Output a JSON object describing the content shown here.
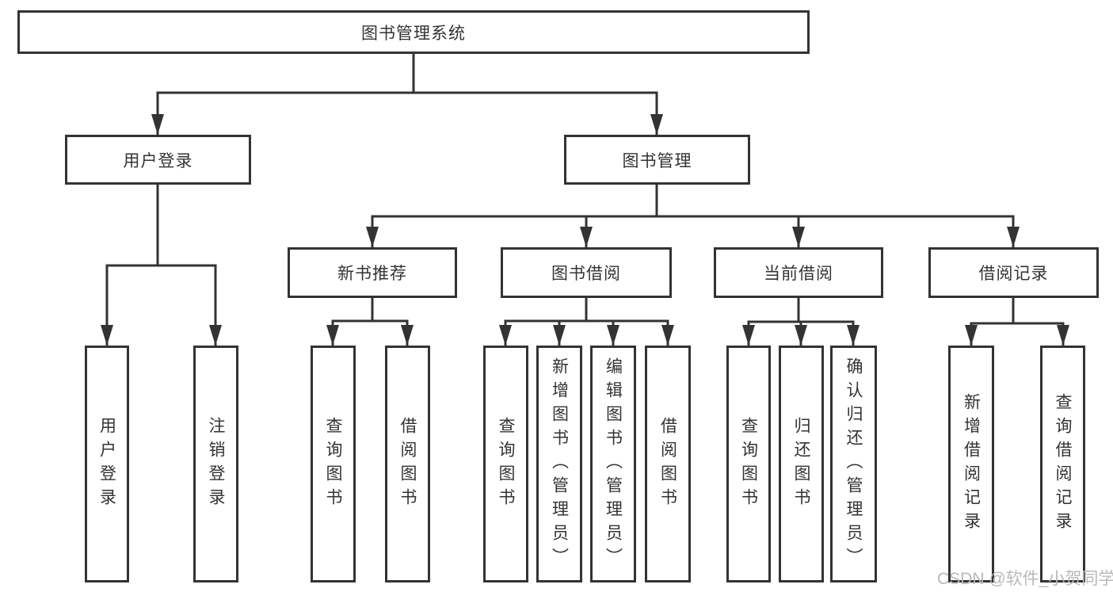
{
  "diagram": {
    "root": {
      "label": "图书管理系统"
    },
    "branches": [
      {
        "label": "用户登录",
        "children": [
          {
            "label": "用户登录"
          },
          {
            "label": "注销登录"
          }
        ]
      },
      {
        "label": "图书管理",
        "children": [
          {
            "label": "新书推荐",
            "children": [
              {
                "label": "查询图书"
              },
              {
                "label": "借阅图书"
              }
            ]
          },
          {
            "label": "图书借阅",
            "children": [
              {
                "label": "查询图书"
              },
              {
                "label": "新增图书（管理员）"
              },
              {
                "label": "编辑图书（管理员）"
              },
              {
                "label": "借阅图书"
              }
            ]
          },
          {
            "label": "当前借阅",
            "children": [
              {
                "label": "查询图书"
              },
              {
                "label": "归还图书"
              },
              {
                "label": "确认归还（管理员）"
              }
            ]
          },
          {
            "label": "借阅记录",
            "children": [
              {
                "label": "新增借阅记录"
              },
              {
                "label": "查询借阅记录"
              }
            ]
          }
        ]
      }
    ]
  },
  "watermark": "CSDN @软件_小贺同学",
  "colors": {
    "line": "#333333",
    "text": "#333333",
    "watermark": "#b9b9b9",
    "background": "#ffffff"
  }
}
